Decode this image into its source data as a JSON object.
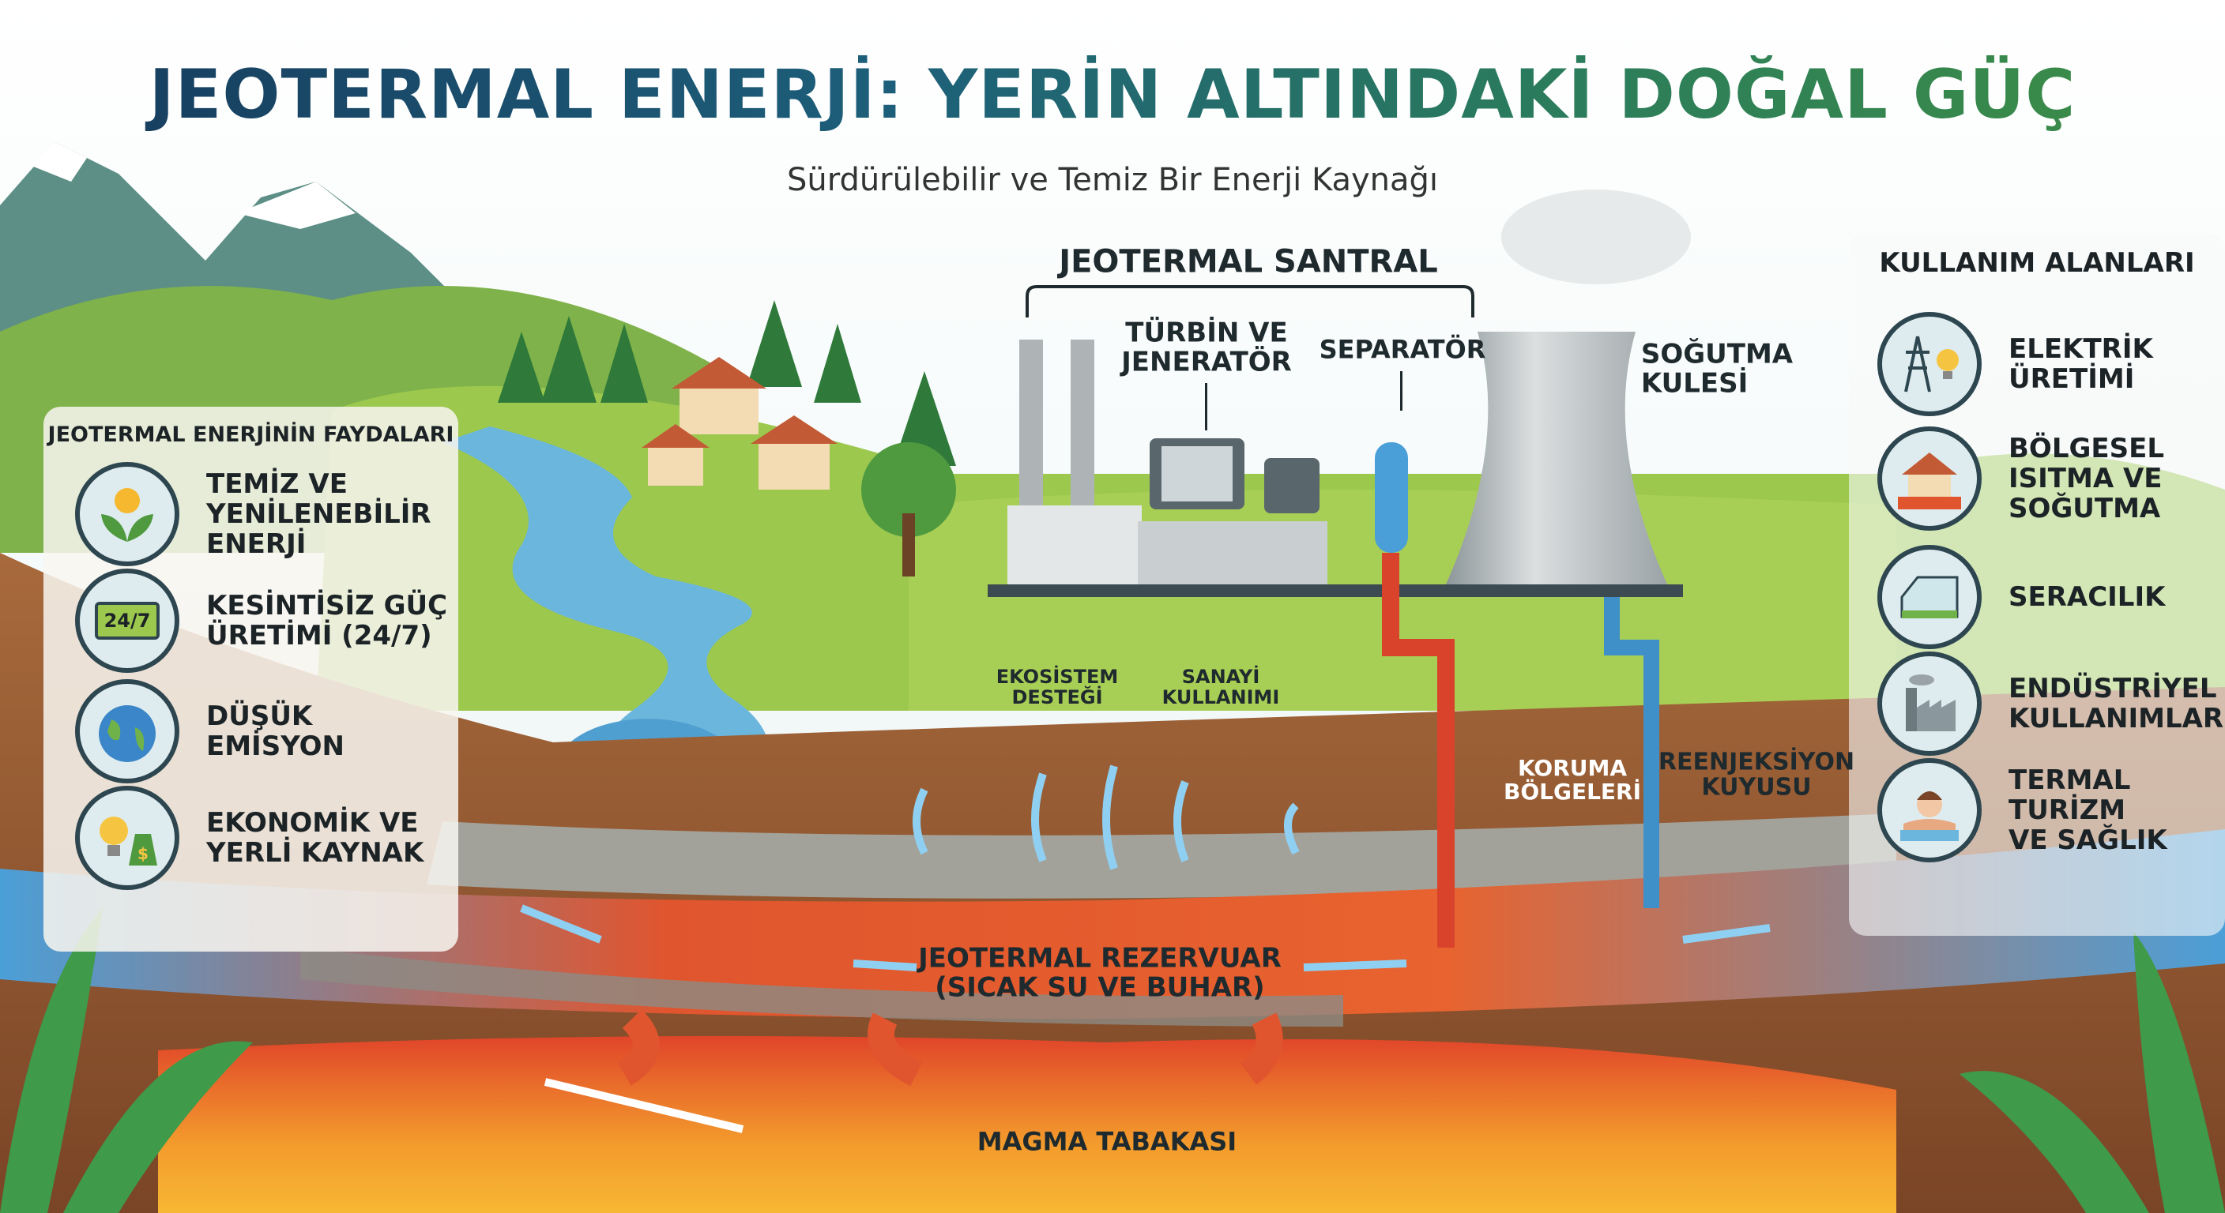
{
  "title": "JEOTERMAL ENERJİ: YERİN ALTINDAKİ DOĞAL GÜÇ",
  "subtitle": "Sürdürülebilir ve Temiz Bir Enerji Kaynağı",
  "benefits": {
    "heading": "JEOTERMAL ENERJİNİN FAYDALARI",
    "items": [
      {
        "label": "TEMİZ VE\nYENİLENEBİLİR\nENERJİ",
        "icon": "sun-leaves-icon"
      },
      {
        "label": "KESİNTİSİZ GÜÇ\nÜRETİMİ (24/7)",
        "icon": "battery-24-7-icon",
        "icon_text": "24/7"
      },
      {
        "label": "DÜŞÜK EMİSYON",
        "icon": "globe-icon"
      },
      {
        "label": "EKONOMİK VE\nYERLİ KAYNAK",
        "icon": "bulb-money-bag-icon"
      }
    ]
  },
  "uses": {
    "heading": "KULLANIM ALANLARI",
    "items": [
      {
        "label": "ELEKTRİK\nÜRETİMİ",
        "icon": "power-tower-bulb-icon"
      },
      {
        "label": "BÖLGESEL\nISITMA VE\nSOĞUTMA",
        "icon": "heated-house-icon"
      },
      {
        "label": "SERACILIK",
        "icon": "greenhouse-icon"
      },
      {
        "label": "ENDÜSTRİYEL\nKULLANIMLAR",
        "icon": "factory-icon"
      },
      {
        "label": "TERMAL TURİZM\nVE SAĞLIK",
        "icon": "thermal-bath-icon"
      }
    ]
  },
  "plant": {
    "heading": "JEOTERMAL SANTRAL",
    "turbine": "TÜRBİN VE\nJENERATÖR",
    "separator": "SEPARATÖR",
    "cooling_tower": "SOĞUTMA\nKULESİ"
  },
  "labels": {
    "ecosystem": "EKOSİSTEM\nDESTEĞİ",
    "industry": "SANAYİ\nKULLANIMI",
    "protection": "KORUMA\nBÖLGELERİ",
    "reinjection": "REENJEKSİYON\nKUYUSU",
    "reservoir": "JEOTERMAL REZERVUAR\n(SICAK SU VE BUHAR)",
    "magma": "MAGMA TABAKASI"
  },
  "colors": {
    "title_start": "#173a5c",
    "title_end": "#3e8f44",
    "hot": "#d9432b",
    "cold": "#3f8fc9"
  }
}
